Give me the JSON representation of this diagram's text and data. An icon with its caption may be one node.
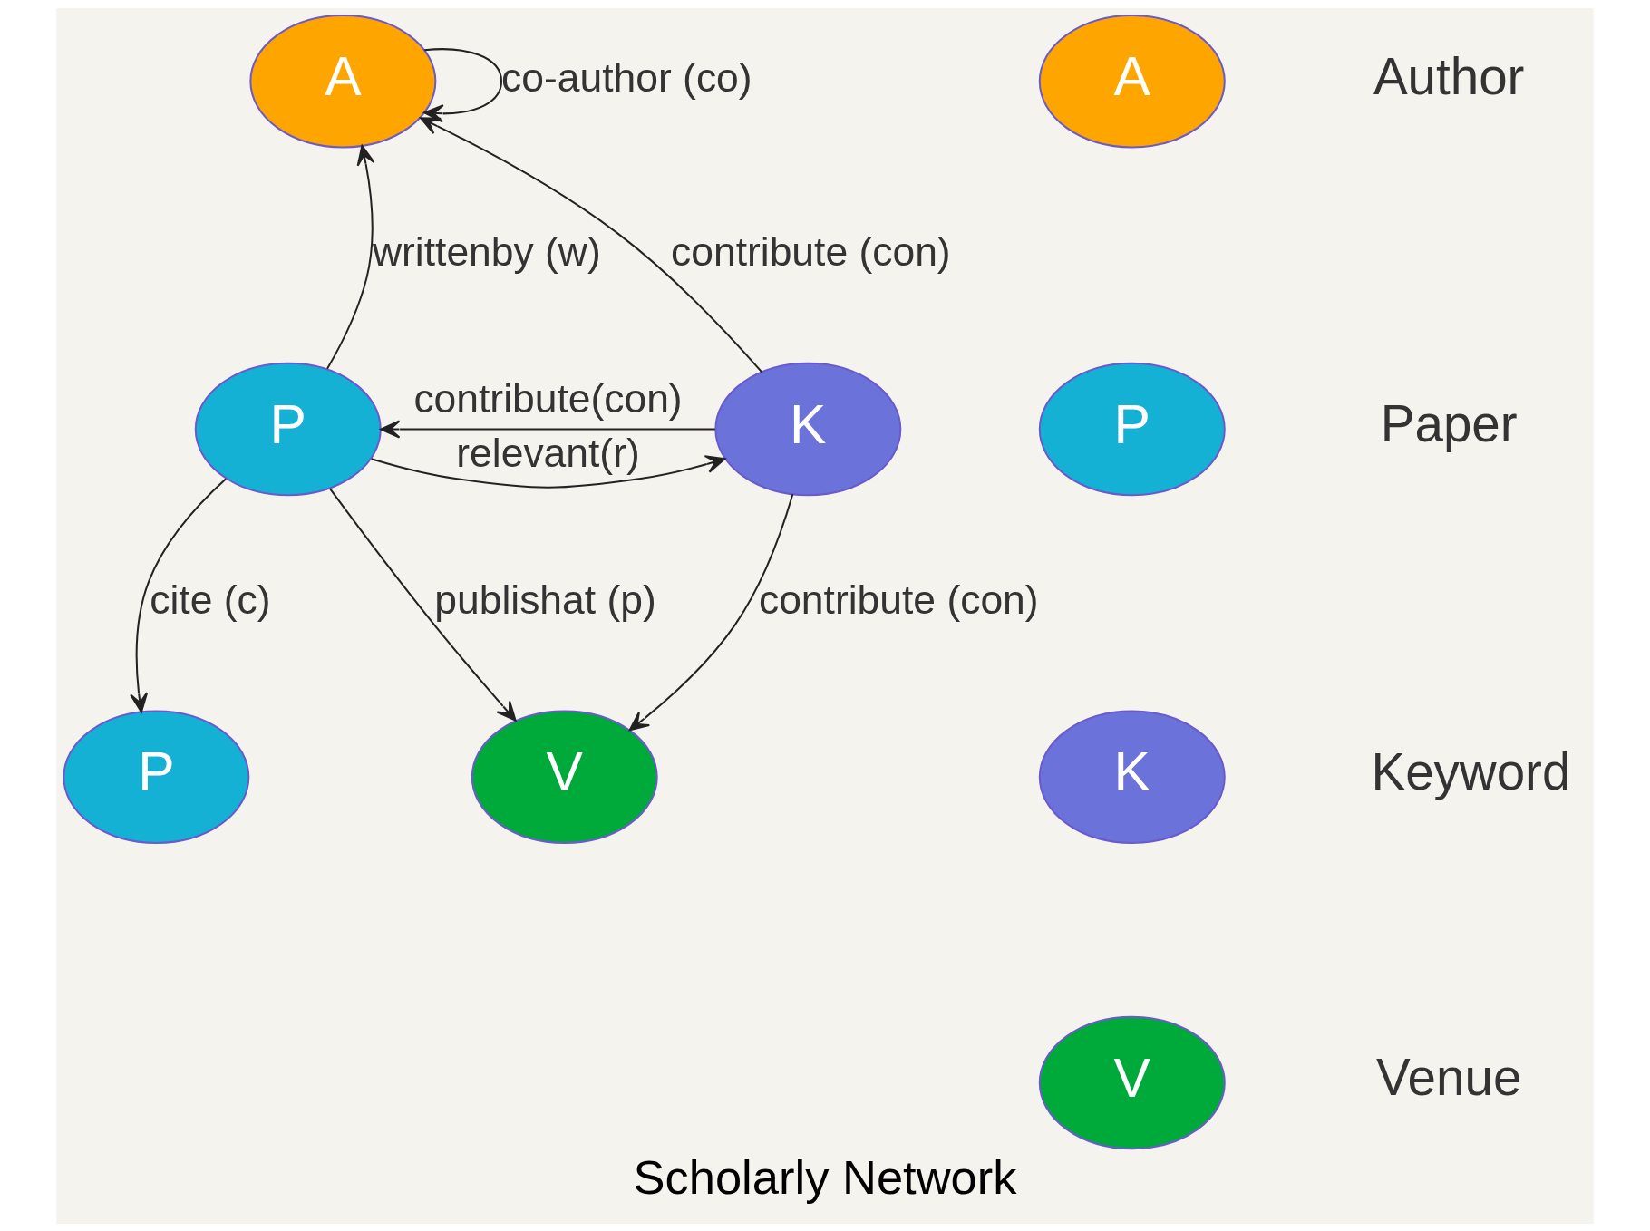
{
  "diagram": {
    "caption": "Scholarly Network",
    "nodes": [
      {
        "text": [
          "A"
        ]
      },
      {
        "text": [
          "P"
        ]
      },
      {
        "text": [
          "K"
        ]
      },
      {
        "text": [
          "P"
        ]
      },
      {
        "text": [
          "V"
        ]
      },
      {
        "text": [
          "A"
        ],
        "beside": [
          "Author"
        ]
      },
      {
        "text": [
          "P"
        ],
        "beside": [
          "Paper"
        ]
      },
      {
        "text": [
          "K"
        ],
        "beside": [
          "Keyword"
        ]
      },
      {
        "text": [
          "V"
        ],
        "beside": [
          "Venue"
        ]
      }
    ],
    "edges": [
      {
        "from": 0,
        "to": 0,
        "arrow": "to",
        "label": "co-author (co)"
      },
      {
        "from": 1,
        "to": 0,
        "arrow": "to",
        "label": "writtenby (w)"
      },
      {
        "from": 2,
        "to": 0,
        "arrow": "to",
        "label": "contribute (con)"
      },
      {
        "from": 1,
        "to": 2,
        "arrow": "to",
        "label": "relevant(r)"
      },
      {
        "from": 2,
        "to": 1,
        "arrow": "to",
        "label": "contribute(con)"
      },
      {
        "from": 1,
        "to": 3,
        "arrow": "to",
        "label": "cite (c)"
      },
      {
        "from": 1,
        "to": 4,
        "arrow": "to",
        "label": "publishat (p)"
      },
      {
        "from": 2,
        "to": 4,
        "arrow": "to",
        "label": "contribute (con)"
      }
    ]
  }
}
